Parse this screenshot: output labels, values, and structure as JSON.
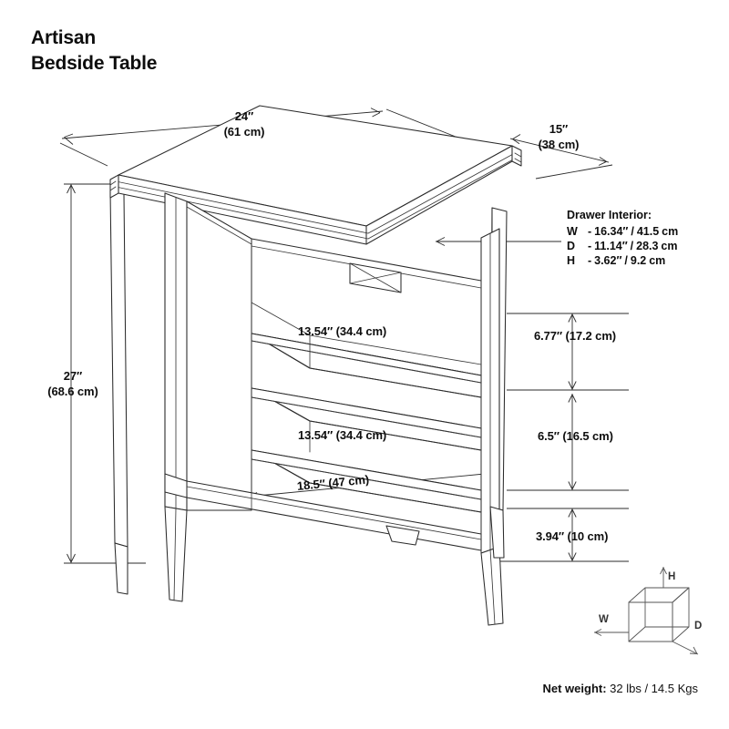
{
  "product": {
    "title_line1": "Artisan",
    "title_line2": "Bedside Table"
  },
  "dimensions": {
    "width_top": {
      "imperial": "24″",
      "metric": "(61 cm)"
    },
    "depth_top": {
      "imperial": "15″",
      "metric": "(38 cm)"
    },
    "height_overall": {
      "imperial": "27″",
      "metric": "(68.6 cm)"
    },
    "shelf_upper_width": "13.54″ (34.4 cm)",
    "shelf_lower_width": "13.54″ (34.4 cm)",
    "base_width": "18.5″  (47 cm)",
    "shelf_upper_height": "6.77″ (17.2 cm)",
    "shelf_lower_height": "6.5″ (16.5 cm)",
    "clearance_height": "3.94″ (10 cm)"
  },
  "drawer_interior": {
    "heading": "Drawer Interior:",
    "rows": [
      {
        "key": "W",
        "value": "- 16.34″ / 41.5 cm"
      },
      {
        "key": "D",
        "value": "- 11.14″ / 28.3 cm"
      },
      {
        "key": "H",
        "value": "- 3.62″ / 9.2 cm"
      }
    ]
  },
  "axis_legend": {
    "height": "H",
    "width": "W",
    "depth": "D"
  },
  "net_weight": {
    "label": "Net weight:",
    "value": " 32 lbs / 14.5 Kgs"
  },
  "colors": {
    "line": "#2b2b2b",
    "text": "#0d0d0d",
    "background": "#ffffff"
  }
}
